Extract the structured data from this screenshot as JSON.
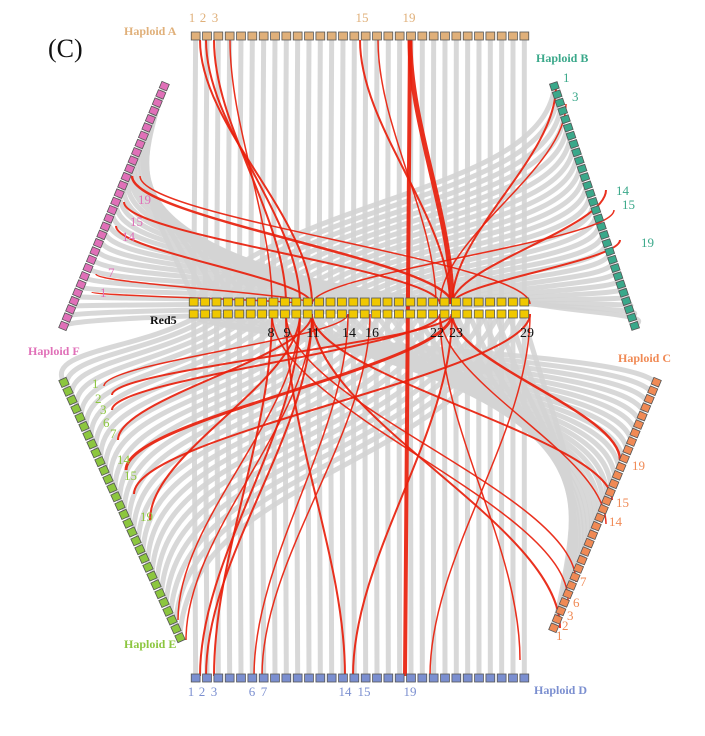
{
  "panel_label": "(C)",
  "colors": {
    "haploid_a": "#e0b07a",
    "haploid_b": "#3aa88a",
    "haploid_c": "#f08a55",
    "haploid_d": "#7b8fd0",
    "haploid_e": "#8cc63f",
    "haploid_f": "#e070b8",
    "red5": "#f0c800",
    "link_red": "#e8200c",
    "link_gray": "#d4d4d4",
    "outline": "#555555"
  },
  "center": {
    "name": "Red5",
    "numbers": [
      "8",
      "9",
      "11",
      "14",
      "16",
      "22",
      "23",
      "29"
    ]
  },
  "haploids": {
    "A": {
      "name": "Haploid A",
      "numbers": [
        "1",
        "2",
        "3",
        "15",
        "19"
      ]
    },
    "B": {
      "name": "Haploid B",
      "numbers": [
        "1",
        "3",
        "14",
        "15",
        "19"
      ]
    },
    "C": {
      "name": "Haploid C",
      "numbers": [
        "19",
        "15",
        "14",
        "7",
        "6",
        "3",
        "2",
        "1"
      ]
    },
    "D": {
      "name": "Haploid D",
      "numbers": [
        "1",
        "2",
        "3",
        "6",
        "7",
        "14",
        "15",
        "19"
      ]
    },
    "E": {
      "name": "Haploid E",
      "numbers": [
        "1",
        "2",
        "3",
        "6",
        "7",
        "14",
        "15",
        "19"
      ]
    },
    "F": {
      "name": "Haploid F",
      "numbers": [
        "19",
        "15",
        "14",
        "7",
        "1"
      ]
    }
  }
}
